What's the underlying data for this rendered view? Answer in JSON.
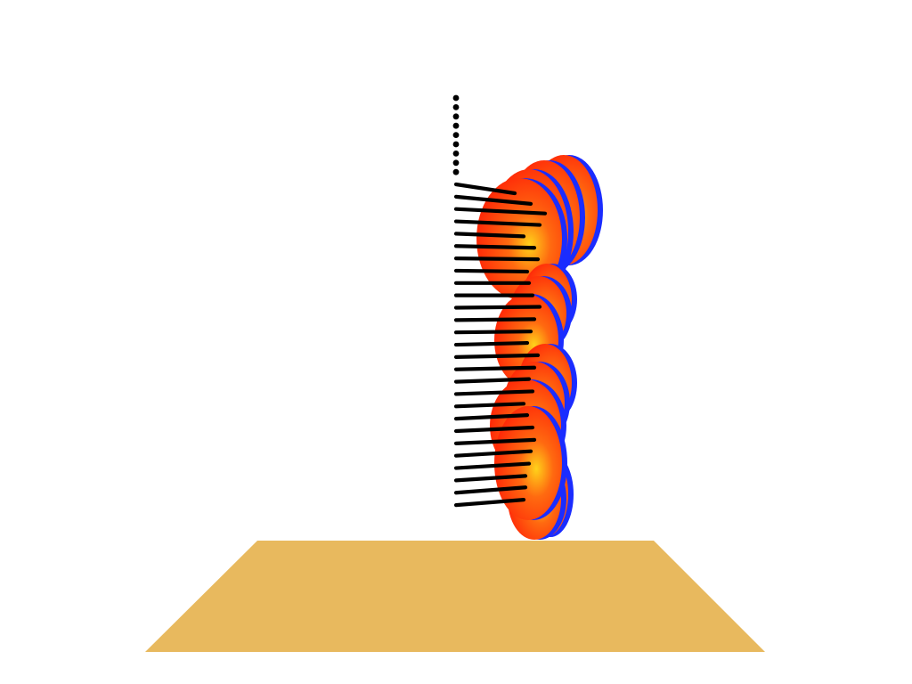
{
  "scene": {
    "background_color": "#ffffff",
    "floor_color": "#e8b95e",
    "rod_color": "#000000",
    "anchor_dot_color": "#000000",
    "sphere_rim_color": "#1a2cff",
    "sphere_center_color": "#ffd21a",
    "sphere_mid_color": "#ff6a10",
    "sphere_edge_color": "#ff2a08",
    "floor_icon": "floor-plane",
    "anchor_icon": "pivot-point",
    "rod_icon": "pendulum-rod",
    "sphere_icon": "pendulum-bob"
  }
}
